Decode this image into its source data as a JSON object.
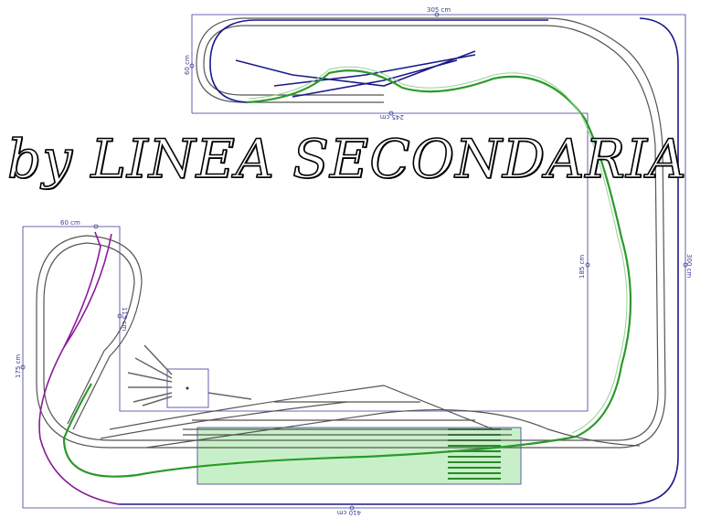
{
  "title": "by LINEA SECONDARIA",
  "dimensions": {
    "top_width": "305 cm",
    "top_depth": "60 cm",
    "inner_top": "245 cm",
    "right_height": "300 cm",
    "inner_right": "185 cm",
    "left_width": "60 cm",
    "left_height": "175 cm",
    "left_inner": "115 cm",
    "bottom_width": "410 cm"
  },
  "colors": {
    "outline": "#3a3a9a",
    "track_gray": "#555555",
    "track_blue": "#1a1a8c",
    "track_green": "#2a9a2a",
    "track_purple": "#8a1a9a",
    "yard_fill": "#c8f0c8",
    "title_fill": "#ffffff",
    "title_stroke": "#000000"
  }
}
